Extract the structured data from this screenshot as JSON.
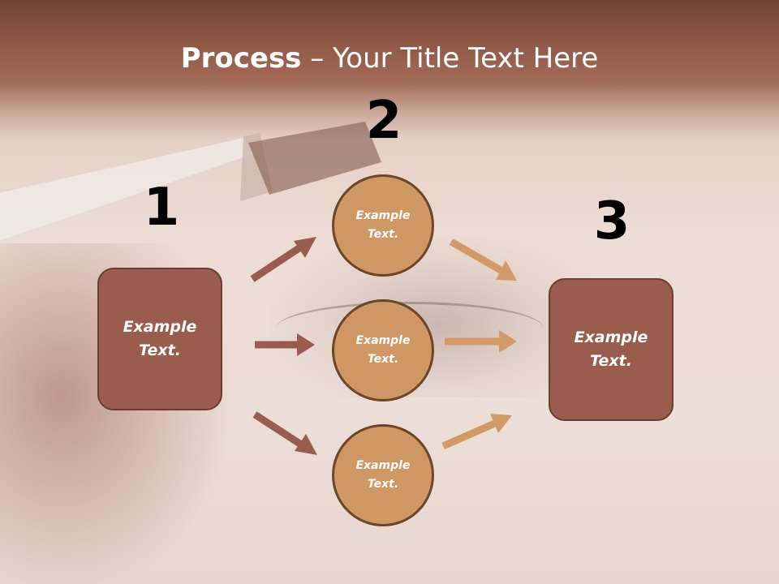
{
  "title": {
    "bold": "Process",
    "rest": " – Your Title Text Here"
  },
  "steps": [
    {
      "number": "1",
      "text": "Example Text."
    },
    {
      "number": "2",
      "items": [
        "Example Text.",
        "Example Text.",
        "Example Text."
      ]
    },
    {
      "number": "3",
      "text": "Example Text."
    }
  ],
  "colors": {
    "box_fill": "#9a5c4c",
    "circle_fill": "#cf9764",
    "arrow_left": "#9a5c4c",
    "arrow_right": "#d29a68"
  }
}
